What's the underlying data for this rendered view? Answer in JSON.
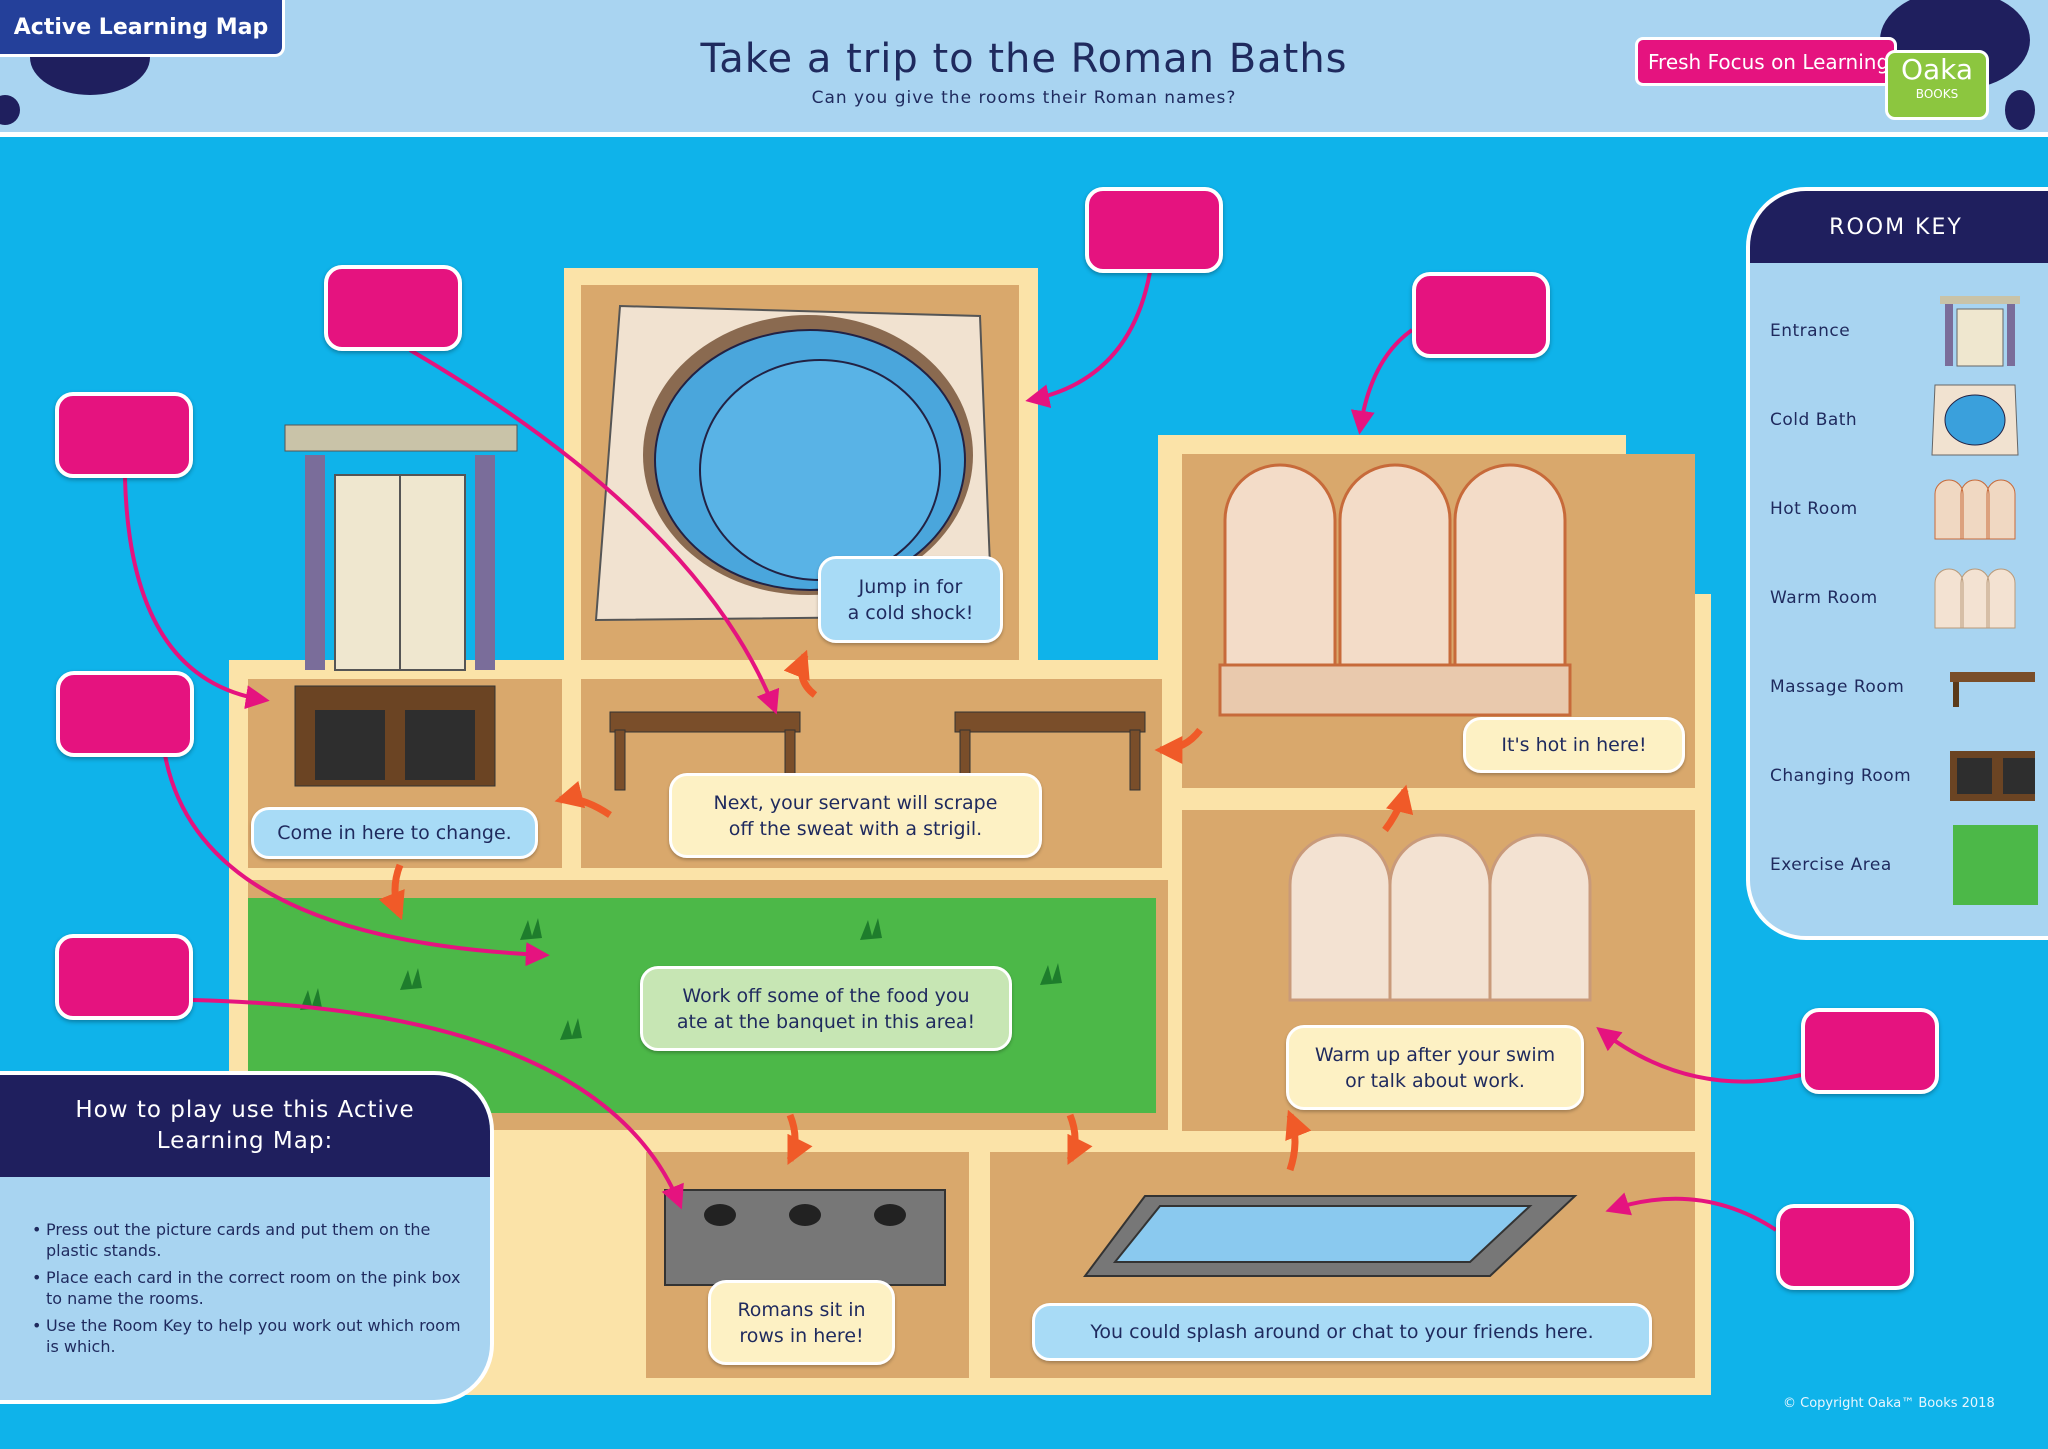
{
  "header": {
    "tab_label": "Active Learning Map",
    "title": "Take a trip to the Roman Baths",
    "subtitle": "Can you give the rooms their Roman names?",
    "brand_tagline": "Fresh Focus on Learning",
    "brand_logo": "Oaka",
    "brand_logo_sub": "BOOKS"
  },
  "map": {
    "bubbles": {
      "cold": "Jump in for\na cold shock!",
      "change": "Come in here to change.",
      "massage": "Next, your servant will scrape\noff the sweat with a strigil.",
      "hot": "It's hot in here!",
      "exercise": "Work off some of the food you\nate at the banquet in this area!",
      "warm": "Warm up after your swim\nor talk about work.",
      "latrine": "Romans sit in\nrows in here!",
      "swim": "You could splash around or chat to your friends here."
    },
    "colors": {
      "floor": "#d9a86c",
      "wall": "#fbe3a8",
      "grass": "#4cb848",
      "label_box": "#e5137f",
      "arrow": "#e5137f",
      "flow_arrow": "#f05a28"
    }
  },
  "room_key": {
    "title": "ROOM KEY",
    "items": [
      {
        "label": "Entrance",
        "icon": "door-icon"
      },
      {
        "label": "Cold Bath",
        "icon": "pool-icon"
      },
      {
        "label": "Hot Room",
        "icon": "hot-arches-icon"
      },
      {
        "label": "Warm Room",
        "icon": "warm-arches-icon"
      },
      {
        "label": "Massage Room",
        "icon": "massage-table-icon"
      },
      {
        "label": "Changing Room",
        "icon": "locker-icon"
      },
      {
        "label": "Exercise Area",
        "icon": "grass-icon"
      }
    ]
  },
  "how_to": {
    "title": "How to play use this Active Learning Map:",
    "steps": [
      "Press out the picture cards and put them on the plastic stands.",
      "Place each card in the correct room on the pink box to name the rooms.",
      "Use the Room Key to help you work out which room is which."
    ]
  },
  "copyright": "© Copyright Oaka™ Books 2018"
}
